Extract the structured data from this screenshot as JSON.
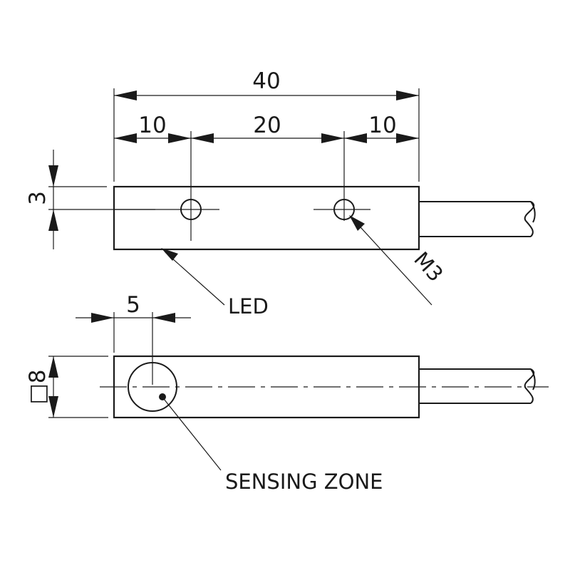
{
  "dimensions": {
    "overall_length": "40",
    "left_offset": "10",
    "hole_spacing": "20",
    "right_offset": "10",
    "hole_height": "3",
    "sensing_offset": "5",
    "square_section": "□8"
  },
  "callouts": {
    "led": "LED",
    "thread": "M3",
    "sensing_zone": "SENSING ZONE"
  },
  "colors": {
    "line": "#1a1a1a",
    "background": "#ffffff"
  }
}
